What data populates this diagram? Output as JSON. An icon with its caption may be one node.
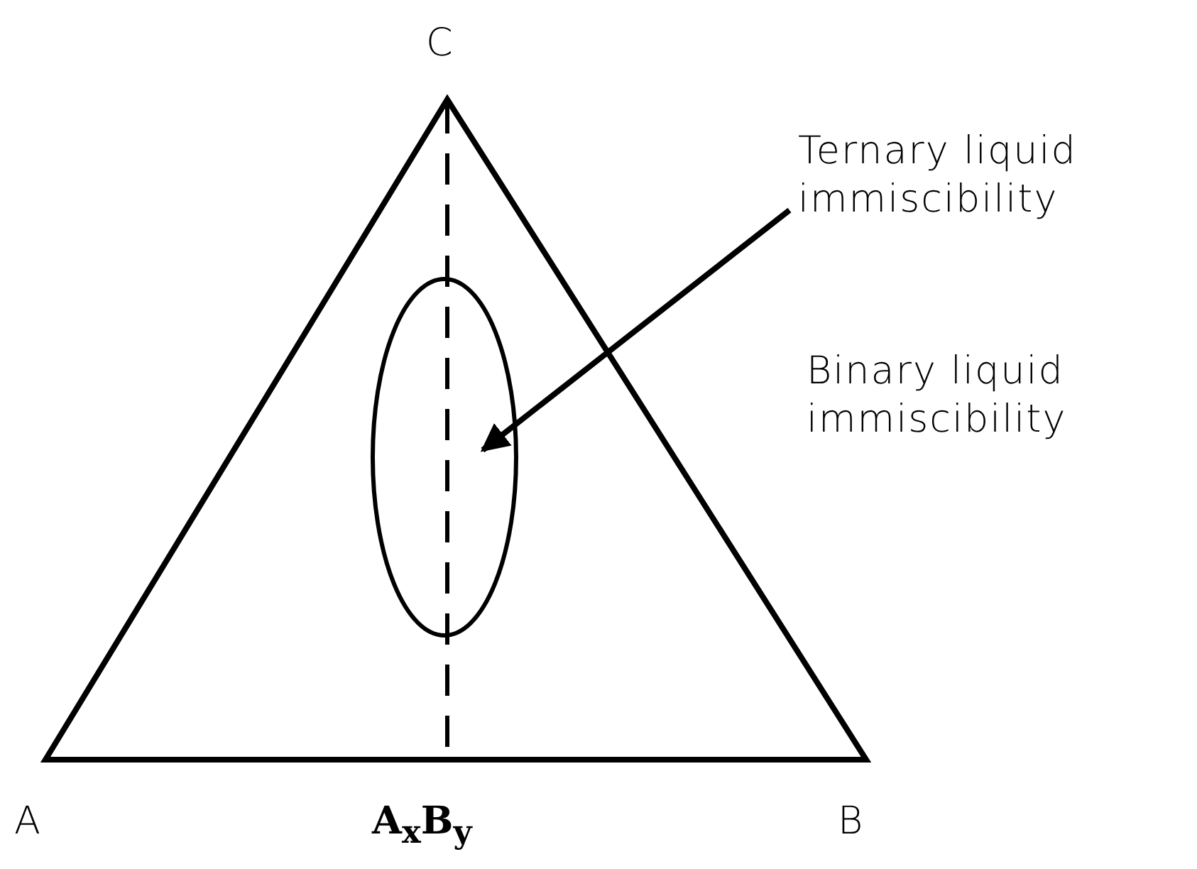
{
  "diagram": {
    "nodes": [
      {
        "text": [
          "Ternary liquid immiscibility"
        ]
      },
      {
        "text": [],
        "shape": "ellipse"
      }
    ],
    "edges": [
      {
        "from": 0,
        "to": 1,
        "arrow": "to"
      }
    ],
    "labels": [
      "C",
      "Binary liquid immiscibility",
      "A",
      "A$_{x}$B$_{y}$",
      "B"
    ]
  }
}
